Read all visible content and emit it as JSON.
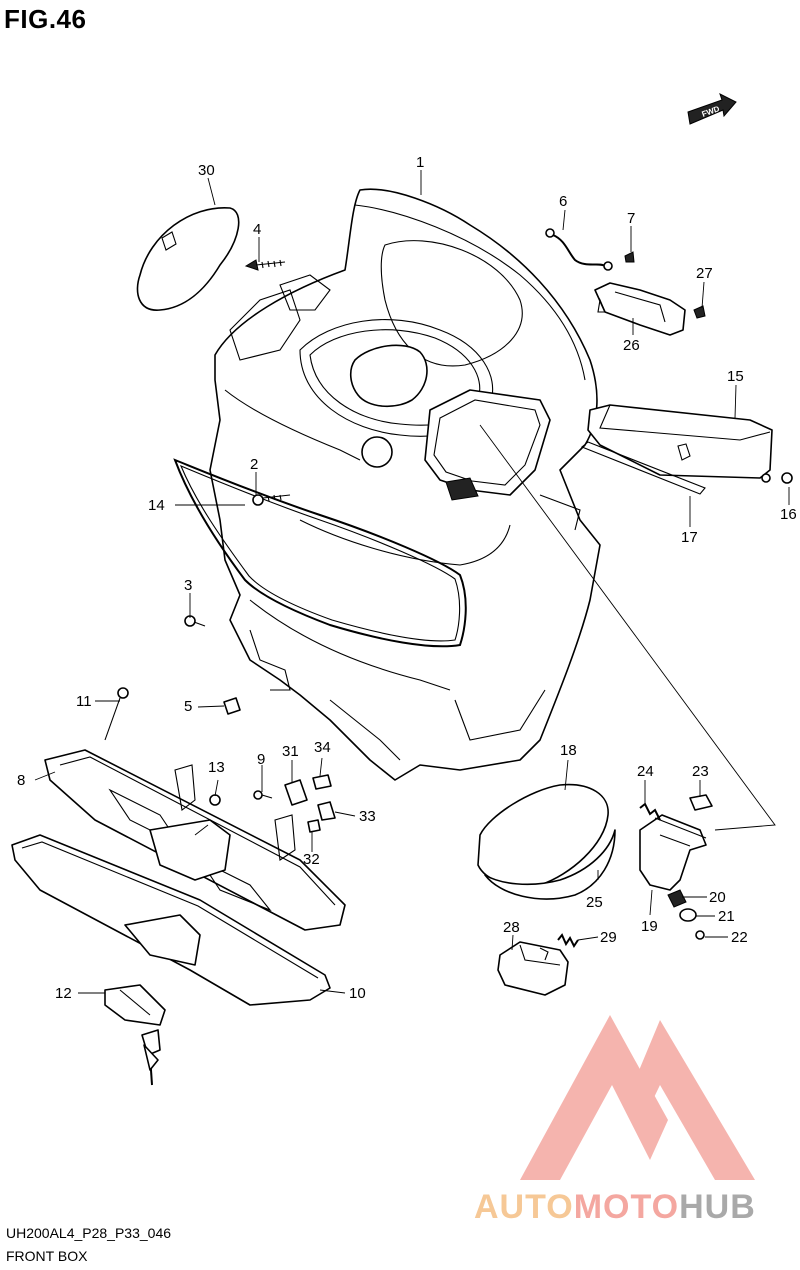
{
  "figure": {
    "title": "FIG.46",
    "code": "UH200AL4_P28_P33_046",
    "name": "FRONT BOX",
    "fwd_label": "FWD"
  },
  "callouts": {
    "c1": "1",
    "c2": "2",
    "c3": "3",
    "c4": "4",
    "c5": "5",
    "c6": "6",
    "c7": "7",
    "c8": "8",
    "c9": "9",
    "c10": "10",
    "c11": "11",
    "c12": "12",
    "c13": "13",
    "c14": "14",
    "c15": "15",
    "c16": "16",
    "c17": "17",
    "c18": "18",
    "c19": "19",
    "c20": "20",
    "c21": "21",
    "c22": "22",
    "c23": "23",
    "c24": "24",
    "c25": "25",
    "c26": "26",
    "c27": "27",
    "c28": "28",
    "c29": "29",
    "c30": "30",
    "c31": "31",
    "c32": "32",
    "c33": "33",
    "c34": "34"
  },
  "watermark": {
    "part1": "AUTO",
    "part2": "MOTO",
    "part3": "HUB",
    "color_auto": "#f6c896",
    "color_moto": "#f4a7a0",
    "color_hub": "#a9a9a9",
    "logo_color": "#f4a7a0"
  }
}
